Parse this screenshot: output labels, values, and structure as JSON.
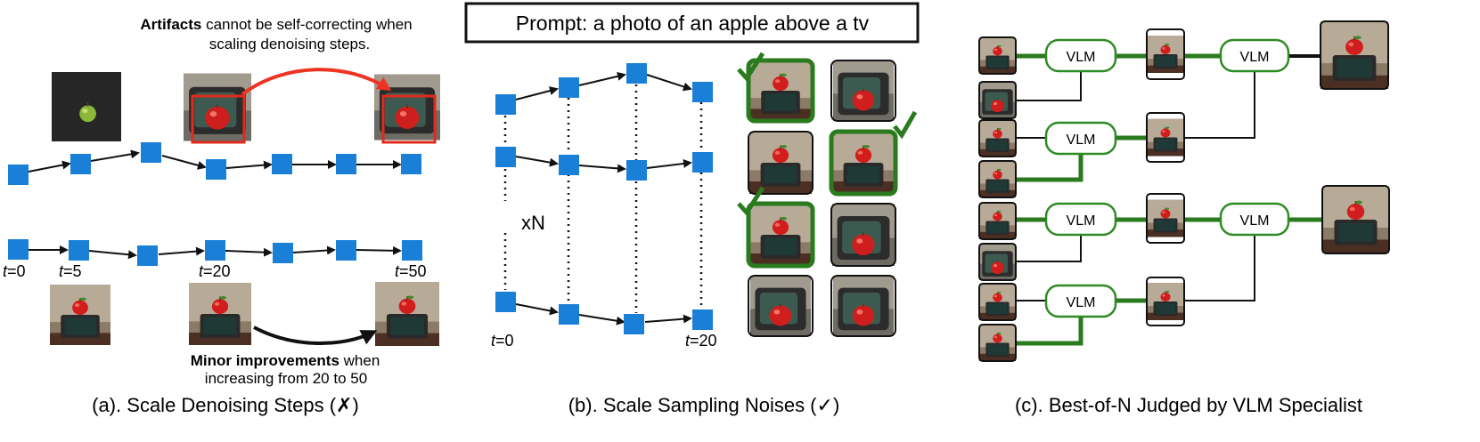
{
  "panel_a": {
    "note_bold": "Artifacts",
    "note_rest_line1": " cannot be self-correcting when",
    "note_line2": "scaling denoising steps.",
    "t0": "0",
    "t5": "5",
    "t20": "20",
    "t50": "50",
    "improve_bold": "Minor improvements",
    "improve_rest_line1": " when",
    "improve_line2": "increasing from 20 to 50",
    "caption": "(a). Scale Denoising Steps (✗)"
  },
  "panel_b": {
    "prompt": "Prompt: a photo of an apple above a tv",
    "xn_label": "xN",
    "t0": "0",
    "t20": "20",
    "t_var": "t",
    "caption": "(b). Scale Sampling Noises (✓)"
  },
  "panel_c": {
    "vlm_label": "VLM",
    "caption": "(c). Best-of-N Judged by VLM Specialist"
  },
  "colors": {
    "node": "#1a7fd6",
    "highlight_box": "#e02b1e",
    "red_arrow": "#ee3322",
    "accept": "#2a7a1e",
    "vlm_border": "#2e8b24"
  }
}
